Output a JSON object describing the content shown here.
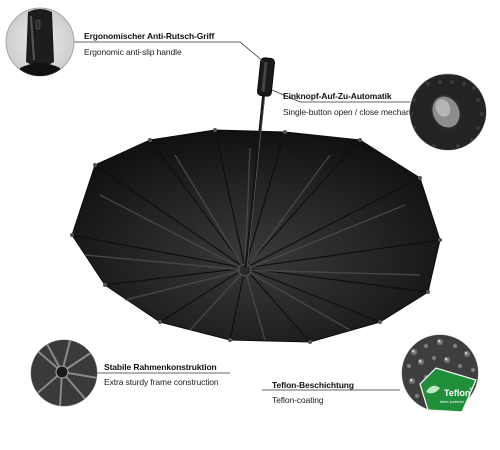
{
  "features": [
    {
      "id": "handle",
      "title_de": "Ergonomischer Anti-Rutsch-Griff",
      "title_en": "Ergonomic anti-slip handle"
    },
    {
      "id": "button",
      "title_de": "Einknopf-Auf-Zu-Automatik",
      "title_en": "Single-button open / close mechanism"
    },
    {
      "id": "frame",
      "title_de": "Stabile Rahmenkonstruktion",
      "title_en": "Extra sturdy frame construction"
    },
    {
      "id": "coating",
      "title_de": "Teflon-Beschichtung",
      "title_en": "Teflon-coating"
    }
  ],
  "badge": {
    "brand": "Teflon",
    "trademark": "®",
    "caption": "fabric protector"
  },
  "colors": {
    "canopy": "#1c1c1c",
    "canopy_panel_light": "#2f2f2f",
    "background": "#ffffff",
    "badge_green": "#1f8f3a",
    "leader_line": "#333333"
  }
}
